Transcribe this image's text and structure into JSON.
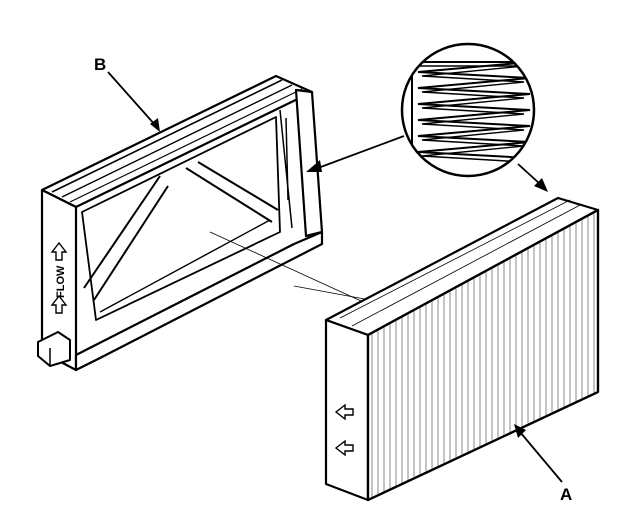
{
  "labels": {
    "frame": "B",
    "filter": "A"
  },
  "frame_side_text": "FLOW",
  "colors": {
    "ink": "#000000",
    "paper": "#ffffff",
    "pleat_shade": "#8a8a8a"
  },
  "icons": [
    "up-arrow-icon",
    "pleat-detail-magnifier"
  ]
}
